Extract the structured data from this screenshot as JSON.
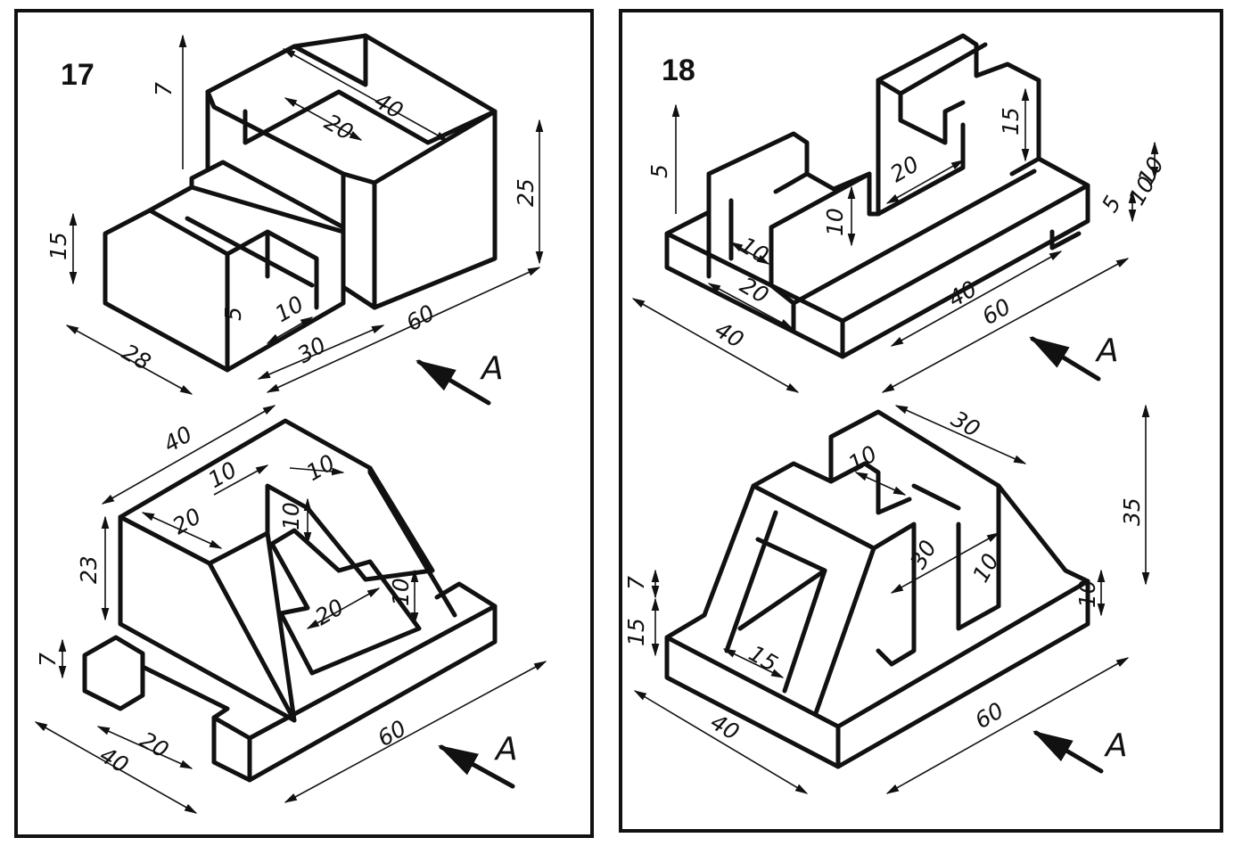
{
  "panels": [
    {
      "number": "17",
      "top_drawing": {
        "dimensions": [
          "7",
          "40",
          "20",
          "25",
          "15",
          "5",
          "10",
          "28",
          "30",
          "60"
        ],
        "view_label": "A"
      },
      "bottom_drawing": {
        "dimensions": [
          "40",
          "10",
          "10",
          "20",
          "23",
          "10",
          "20",
          "10",
          "7",
          "20",
          "40",
          "60"
        ],
        "view_label": "A"
      }
    },
    {
      "number": "18",
      "top_drawing": {
        "dimensions": [
          "5",
          "15",
          "10",
          "20",
          "10",
          "10",
          "5",
          "10",
          "20",
          "40",
          "40",
          "60"
        ],
        "view_label": "A"
      },
      "bottom_drawing": {
        "dimensions": [
          "30",
          "10",
          "35",
          "30",
          "10",
          "7",
          "15",
          "10",
          "15",
          "40",
          "60"
        ],
        "view_label": "A"
      }
    }
  ]
}
